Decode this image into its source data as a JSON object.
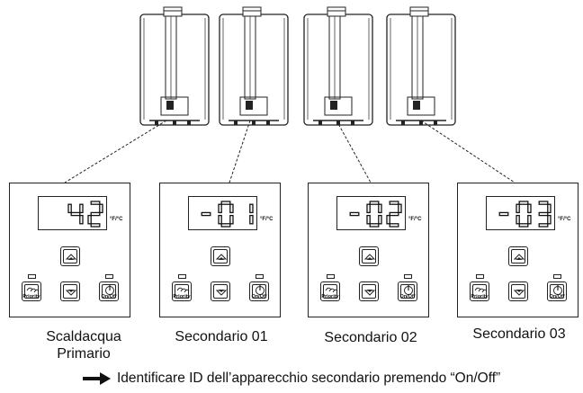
{
  "panels": [
    {
      "display": "42",
      "unit_label": "°F/°C",
      "priority_label": "Priority",
      "onoff_label": "On/Off",
      "caption_line1": "Scaldacqua",
      "caption_line2": "Primario"
    },
    {
      "display": "-01",
      "unit_label": "°F/°C",
      "priority_label": "Priority",
      "onoff_label": "On/Off",
      "caption_line1": "Secondario 01",
      "caption_line2": ""
    },
    {
      "display": "-02",
      "unit_label": "°F/°C",
      "priority_label": "Priority",
      "onoff_label": "On/Off",
      "caption_line1": "Secondario 02",
      "caption_line2": ""
    },
    {
      "display": "-03",
      "unit_label": "°F/°C",
      "priority_label": "Priority",
      "onoff_label": "On/Off",
      "caption_line1": "Secondario 03",
      "caption_line2": ""
    }
  ],
  "footer": {
    "text": "Identificare ID dell’apparecchio secondario premendo “On/Off”",
    "icon": "right-arrow-icon"
  },
  "colors": {
    "line": "#222222",
    "background": "#ffffff"
  }
}
